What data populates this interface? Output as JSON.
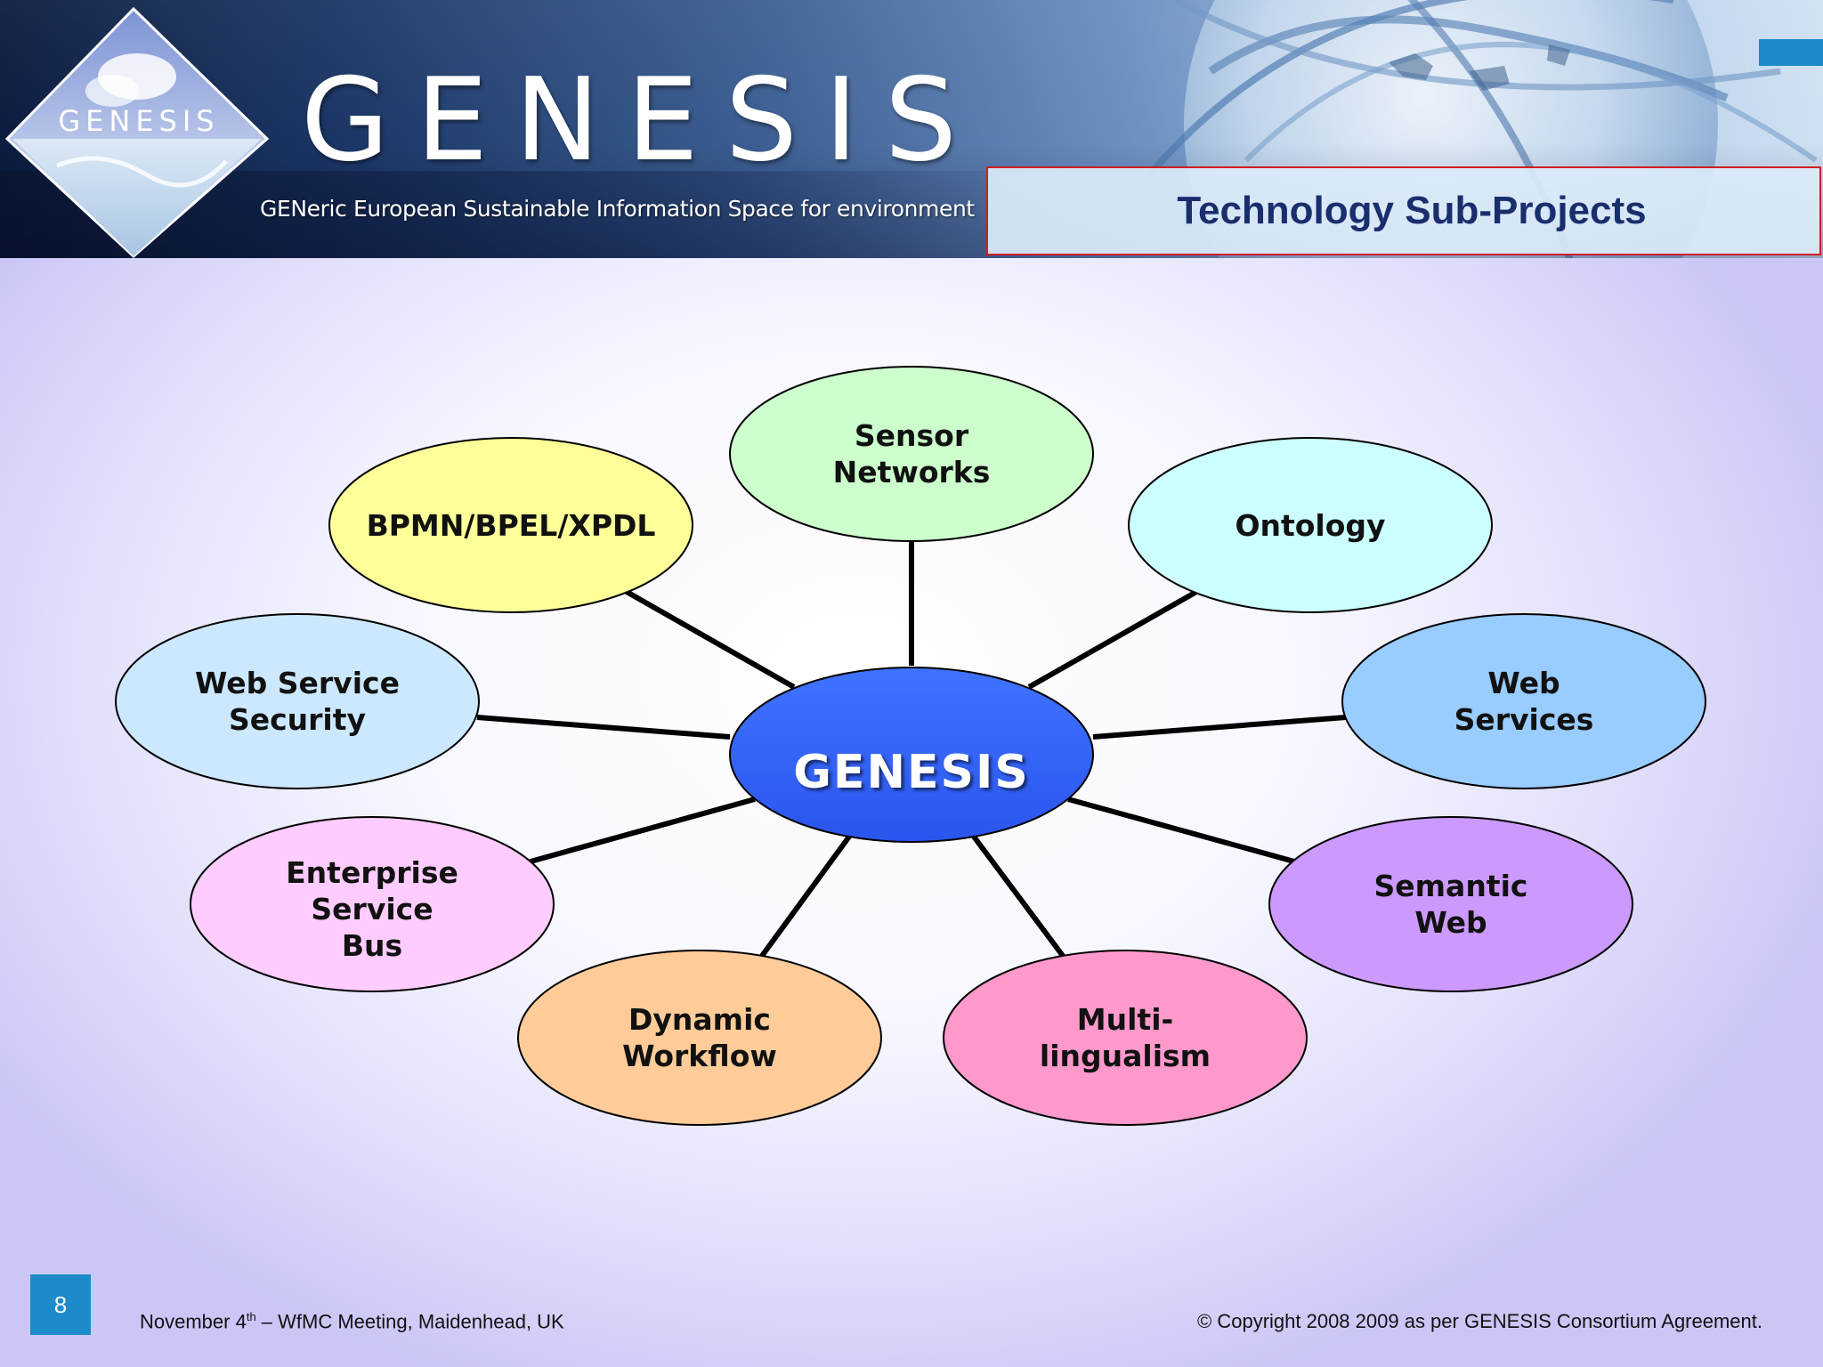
{
  "header": {
    "logo_text": "GENESIS",
    "brand": "GENESIS",
    "tagline": "GENeric European Sustainable Information Space for environment",
    "slide_title": "Technology Sub-Projects"
  },
  "diagram": {
    "center": "GENESIS",
    "nodes": [
      {
        "id": "sensor-networks",
        "label": "Sensor\nNetworks",
        "color": "#ccffcc"
      },
      {
        "id": "ontology",
        "label": "Ontology",
        "color": "#ccffff"
      },
      {
        "id": "web-services",
        "label": "Web\nServices",
        "color": "#99ccff"
      },
      {
        "id": "semantic-web",
        "label": "Semantic\nWeb",
        "color": "#cc99ff"
      },
      {
        "id": "multilingualism",
        "label": "Multi-\nlingualism",
        "color": "#ff99cc"
      },
      {
        "id": "dynamic-workflow",
        "label": "Dynamic\nWorkflow",
        "color": "#ffcc99"
      },
      {
        "id": "enterprise-service-bus",
        "label": "Enterprise\nService\nBus",
        "color": "#ffccff"
      },
      {
        "id": "web-service-security",
        "label": "Web Service\nSecurity",
        "color": "#cce8ff"
      },
      {
        "id": "bpmn-bpel-xpdl",
        "label": "BPMN/BPEL/XPDL",
        "color": "#ffff99"
      }
    ],
    "center_color": "#3366ff"
  },
  "footer": {
    "page_number": "8",
    "event_prefix": "November 4",
    "event_sup": "th",
    "event_suffix": " – WfMC Meeting, Maidenhead, UK",
    "copyright": "© Copyright 2008 2009 as per GENESIS Consortium Agreement."
  },
  "colors": {
    "title_text": "#1a2e6e",
    "title_border": "#d01e1e",
    "page_badge": "#1b8bc9"
  }
}
